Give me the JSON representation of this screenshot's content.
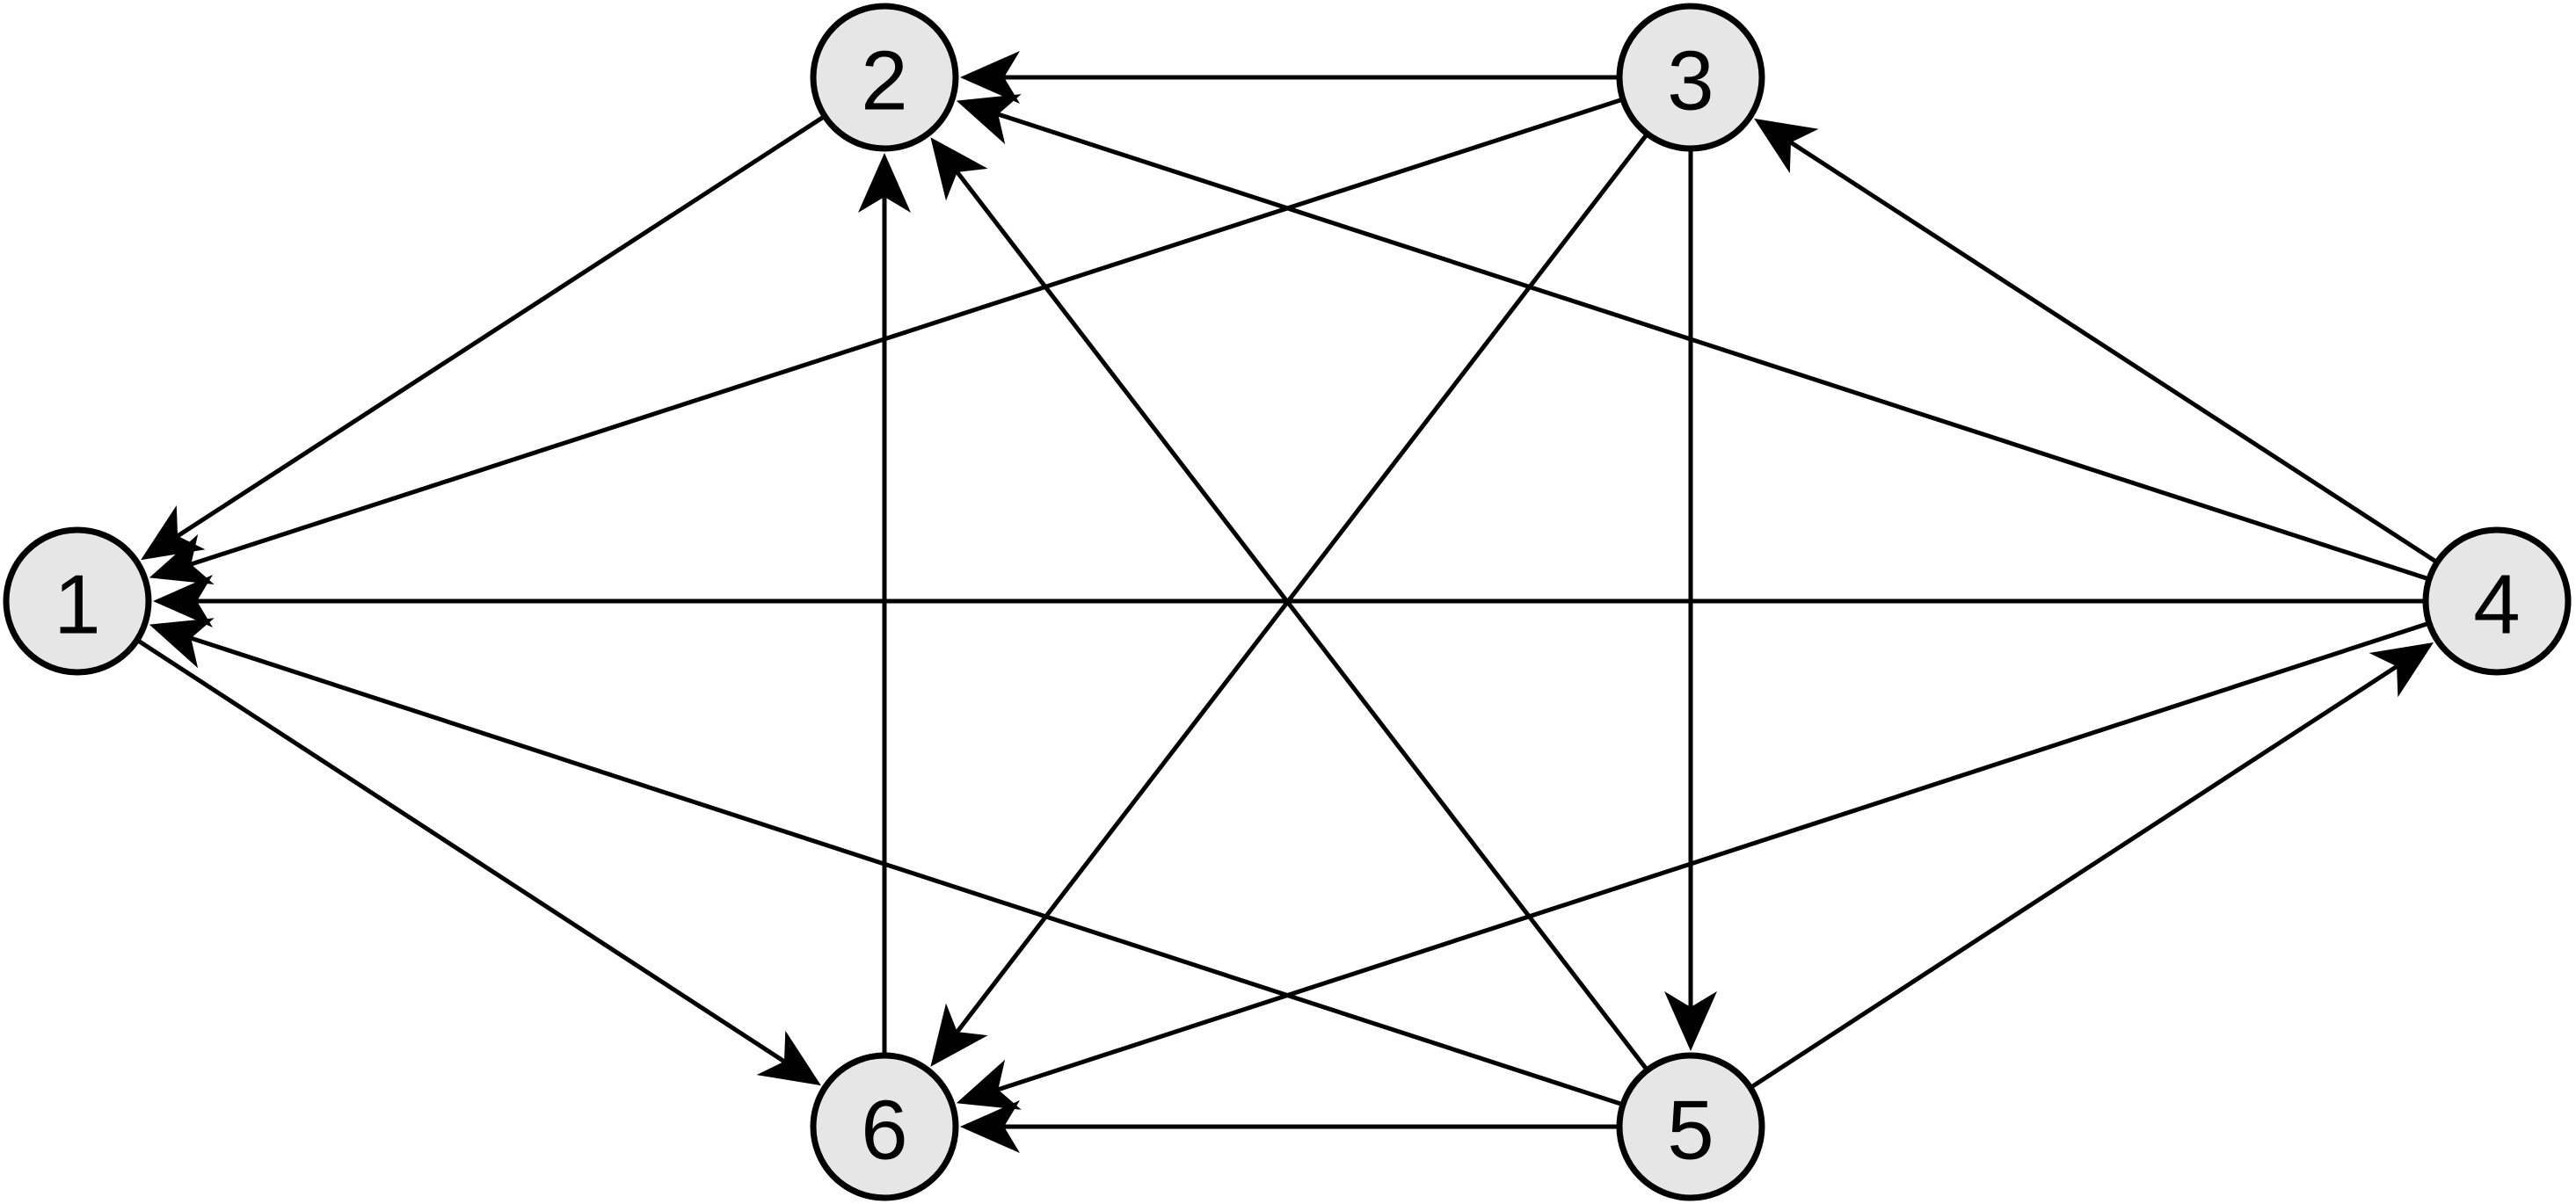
{
  "graph": {
    "nodes": [
      {
        "id": "1",
        "label": "1"
      },
      {
        "id": "2",
        "label": "2"
      },
      {
        "id": "3",
        "label": "3"
      },
      {
        "id": "4",
        "label": "4"
      },
      {
        "id": "5",
        "label": "5"
      },
      {
        "id": "6",
        "label": "6"
      }
    ],
    "edges": [
      {
        "from": "2",
        "to": "1"
      },
      {
        "from": "3",
        "to": "1"
      },
      {
        "from": "4",
        "to": "1"
      },
      {
        "from": "5",
        "to": "1"
      },
      {
        "from": "1",
        "to": "6"
      },
      {
        "from": "3",
        "to": "2"
      },
      {
        "from": "4",
        "to": "2"
      },
      {
        "from": "5",
        "to": "2"
      },
      {
        "from": "6",
        "to": "2"
      },
      {
        "from": "4",
        "to": "3"
      },
      {
        "from": "3",
        "to": "5"
      },
      {
        "from": "3",
        "to": "6"
      },
      {
        "from": "5",
        "to": "4"
      },
      {
        "from": "4",
        "to": "6"
      },
      {
        "from": "5",
        "to": "6"
      }
    ],
    "colors": {
      "node_fill": "#e6e6e6",
      "stroke": "#000000",
      "background": "#ffffff"
    }
  }
}
